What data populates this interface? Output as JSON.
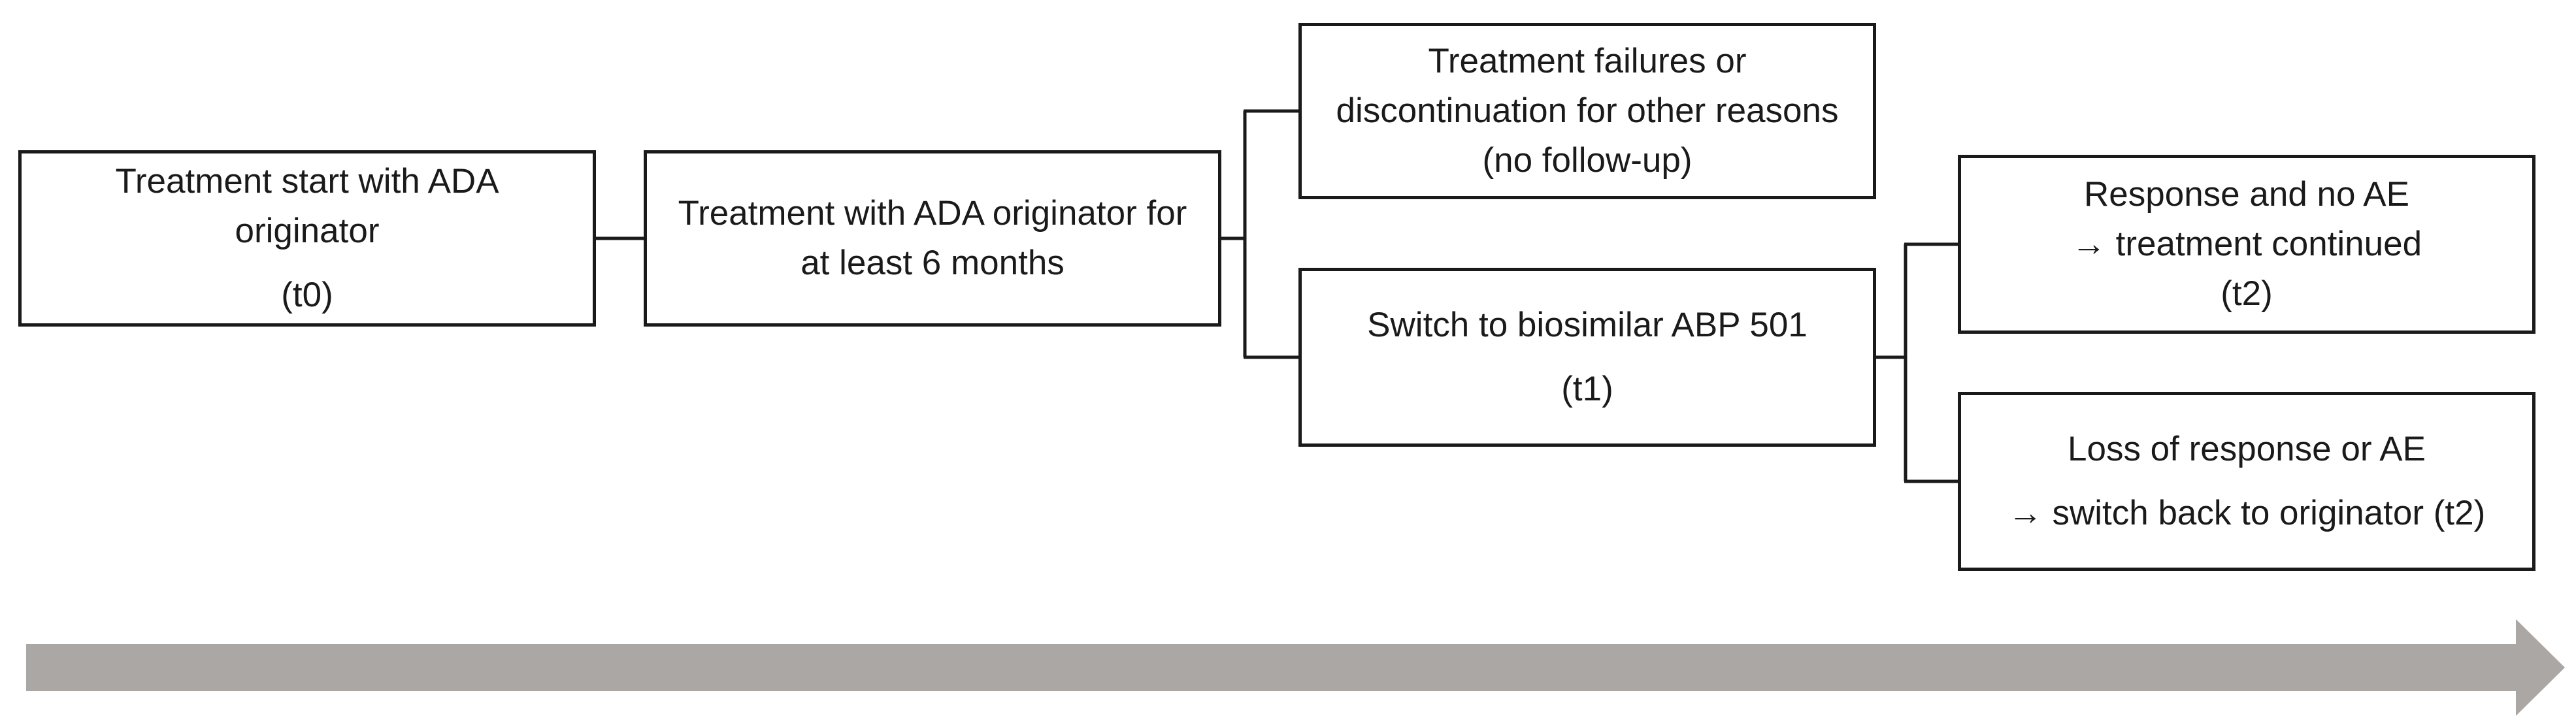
{
  "boxes": {
    "start": {
      "lines": [
        "Treatment start with ADA",
        "originator"
      ],
      "time": "(t0)"
    },
    "six_months": {
      "lines": [
        "Treatment with ADA originator for",
        "at least 6 months"
      ]
    },
    "failures": {
      "lines": [
        "Treatment failures or",
        "discontinuation for other reasons",
        "(no follow-up)"
      ]
    },
    "switch": {
      "lines": [
        "Switch to biosimilar ABP 501"
      ],
      "time": "(t1)"
    },
    "response": {
      "lines": [
        "Response and no AE",
        "→ treatment continued"
      ],
      "time": "(t2)"
    },
    "loss": {
      "lines": [
        "Loss of response or AE",
        "→ switch back to originator (t2)"
      ]
    }
  },
  "colors": {
    "box_border": "#1a1a1a",
    "connector": "#1a1a1a",
    "timeline_arrow": "#aba7a5"
  }
}
